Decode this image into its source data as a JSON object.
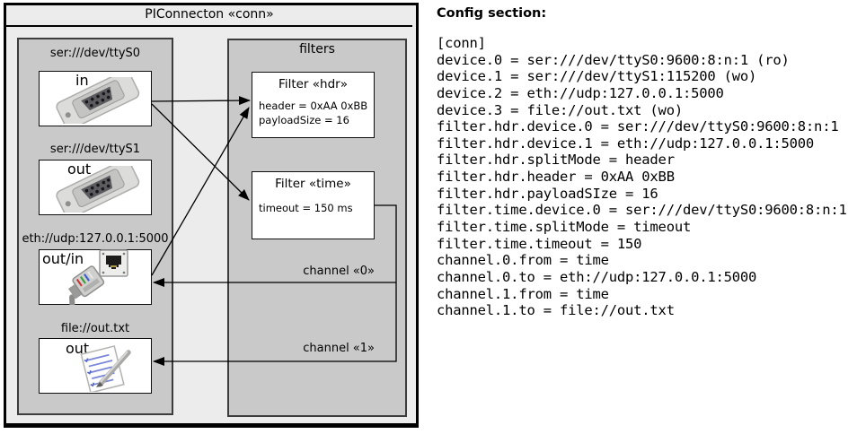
{
  "colors": {
    "outer_fill": "#ececec",
    "panel_fill": "#c9c9c9",
    "box_fill": "#ffffff",
    "line_color": "#000000"
  },
  "diagram": {
    "title": "PIConnecton «conn»",
    "devices_panel": {
      "devices": [
        {
          "label": "ser:///dev/ttyS0",
          "mode": "in",
          "icon": "serial-connector"
        },
        {
          "label": "ser:///dev/ttyS1",
          "mode": "out",
          "icon": "serial-connector"
        },
        {
          "label": "eth://udp:127.0.0.1:5000",
          "mode": "out/in",
          "icon": "ethernet-plug"
        },
        {
          "label": "file://out.txt",
          "mode": "out",
          "icon": "notepad"
        }
      ]
    },
    "filters_panel": {
      "title": "filters",
      "filters": [
        {
          "title": "Filter «hdr»",
          "lines": [
            "header = 0xAA 0xBB",
            "payloadSize = 16"
          ]
        },
        {
          "title": "Filter «time»",
          "lines": [
            "timeout = 150 ms"
          ]
        }
      ],
      "channels": [
        {
          "label": "channel «0»"
        },
        {
          "label": "channel «1»"
        }
      ]
    }
  },
  "config": {
    "heading": "Config section:",
    "lines": [
      "[conn]",
      "device.0 = ser:///dev/ttyS0:9600:8:n:1 (ro)",
      "device.1 = ser:///dev/ttyS1:115200 (wo)",
      "device.2 = eth://udp:127.0.0.1:5000",
      "device.3 = file://out.txt (wo)",
      "filter.hdr.device.0 = ser:///dev/ttyS0:9600:8:n:1",
      "filter.hdr.device.1 = eth://udp:127.0.0.1:5000",
      "filter.hdr.splitMode = header",
      "filter.hdr.header = 0xAA 0xBB",
      "filter.hdr.payloadSIze = 16",
      "filter.time.device.0 = ser:///dev/ttyS0:9600:8:n:1",
      "filter.time.splitMode = timeout",
      "filter.time.timeout = 150",
      "channel.0.from = time",
      "channel.0.to = eth://udp:127.0.0.1:5000",
      "channel.1.from = time",
      "channel.1.to = file://out.txt"
    ]
  }
}
